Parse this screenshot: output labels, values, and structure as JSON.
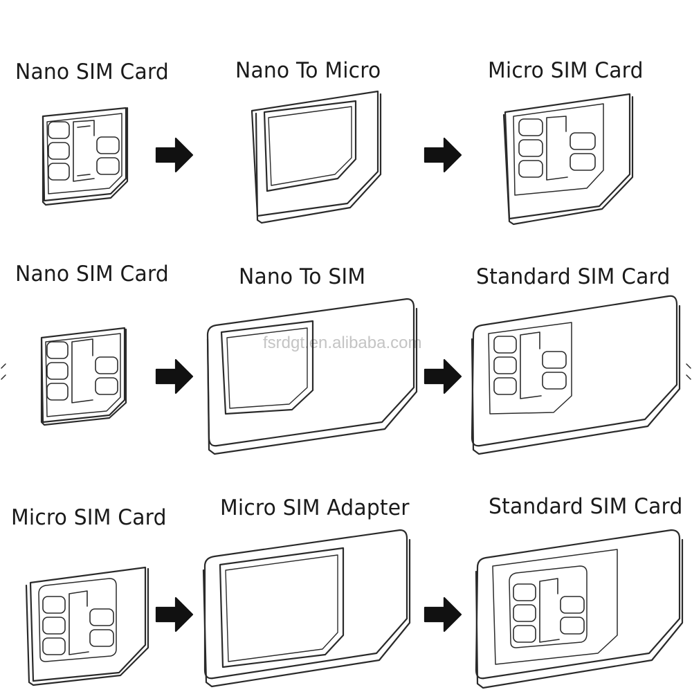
{
  "rows": [
    {
      "labels": [
        "Nano SIM Card",
        "Nano To Micro",
        "Micro SIM Card"
      ]
    },
    {
      "labels": [
        "Nano SIM Card",
        "Nano To SIM",
        "Standard SIM Card"
      ]
    },
    {
      "labels": [
        "Micro SIM Card",
        "Micro SIM Adapter",
        "Standard SIM Card"
      ]
    }
  ],
  "watermark": "fsrdgt.en.alibaba.com",
  "colors": {
    "ink": "#2a2a2a",
    "paper": "#ffffff",
    "watermark": "#c4c4c4"
  },
  "icons": {
    "arrow": "right-arrow-icon",
    "chip": "sim-chip-icon"
  }
}
